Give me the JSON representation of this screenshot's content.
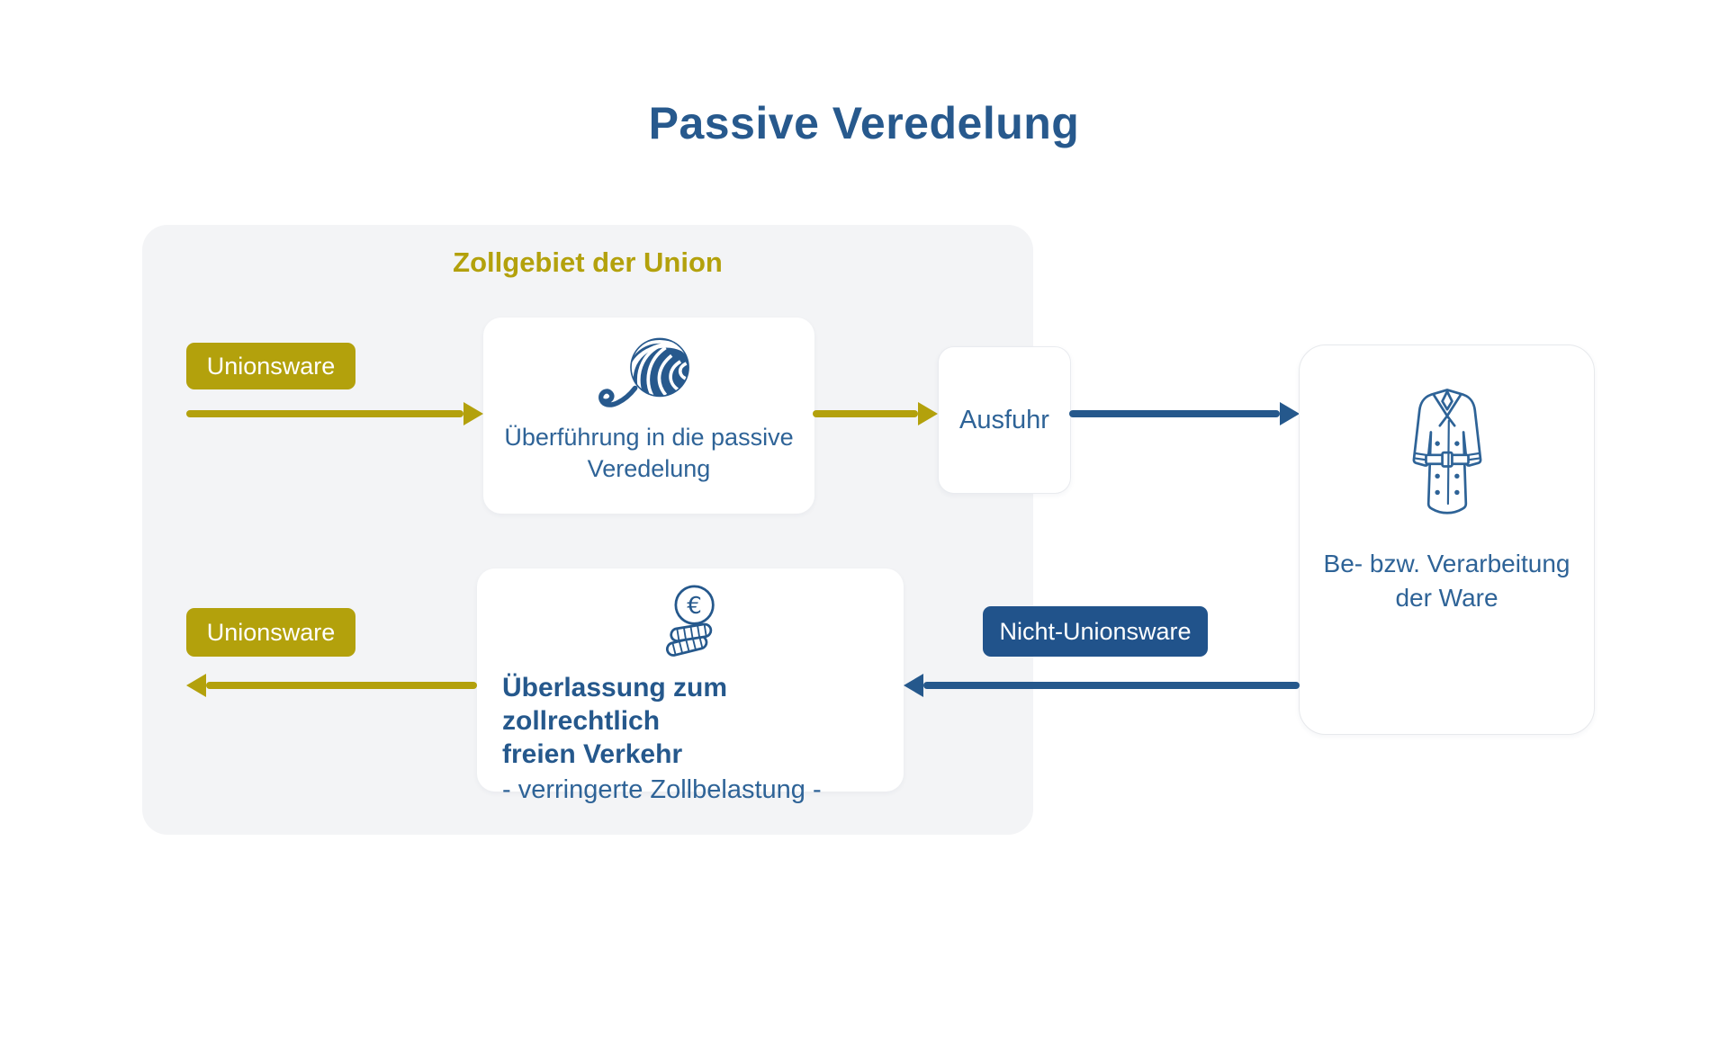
{
  "page": {
    "title": "Passive Veredelung"
  },
  "colors": {
    "accent_gold": "#B3A10C",
    "accent_blue": "#25588C",
    "badge_blue": "#21538B",
    "text_blue": "#2E6397",
    "title_blue": "#27598D",
    "panel_background": "#F3F4F6"
  },
  "panel": {
    "label": "Zollgebiet der Union"
  },
  "badges": {
    "unionsware_top": "Unionsware",
    "unionsware_bottom": "Unionsware",
    "nicht_unionsware": "Nicht-Unionsware"
  },
  "cards": {
    "entry": {
      "icon": "yarn-ball-icon",
      "label_line1": "Überführung in die passive",
      "label_line2": "Veredelung"
    },
    "export": {
      "label": "Ausfuhr"
    },
    "processing": {
      "icon": "coat-icon",
      "label_line1": "Be- bzw. Verarbeitung",
      "label_line2": "der Ware"
    },
    "release": {
      "icon": "euro-coins-icon",
      "title_line1": "Überlassung zum zollrechtlich",
      "title_line2": "freien Verkehr",
      "subtitle": "- verringerte Zollbelastung -"
    }
  },
  "icons": {
    "entry_currency_symbol": "€"
  }
}
